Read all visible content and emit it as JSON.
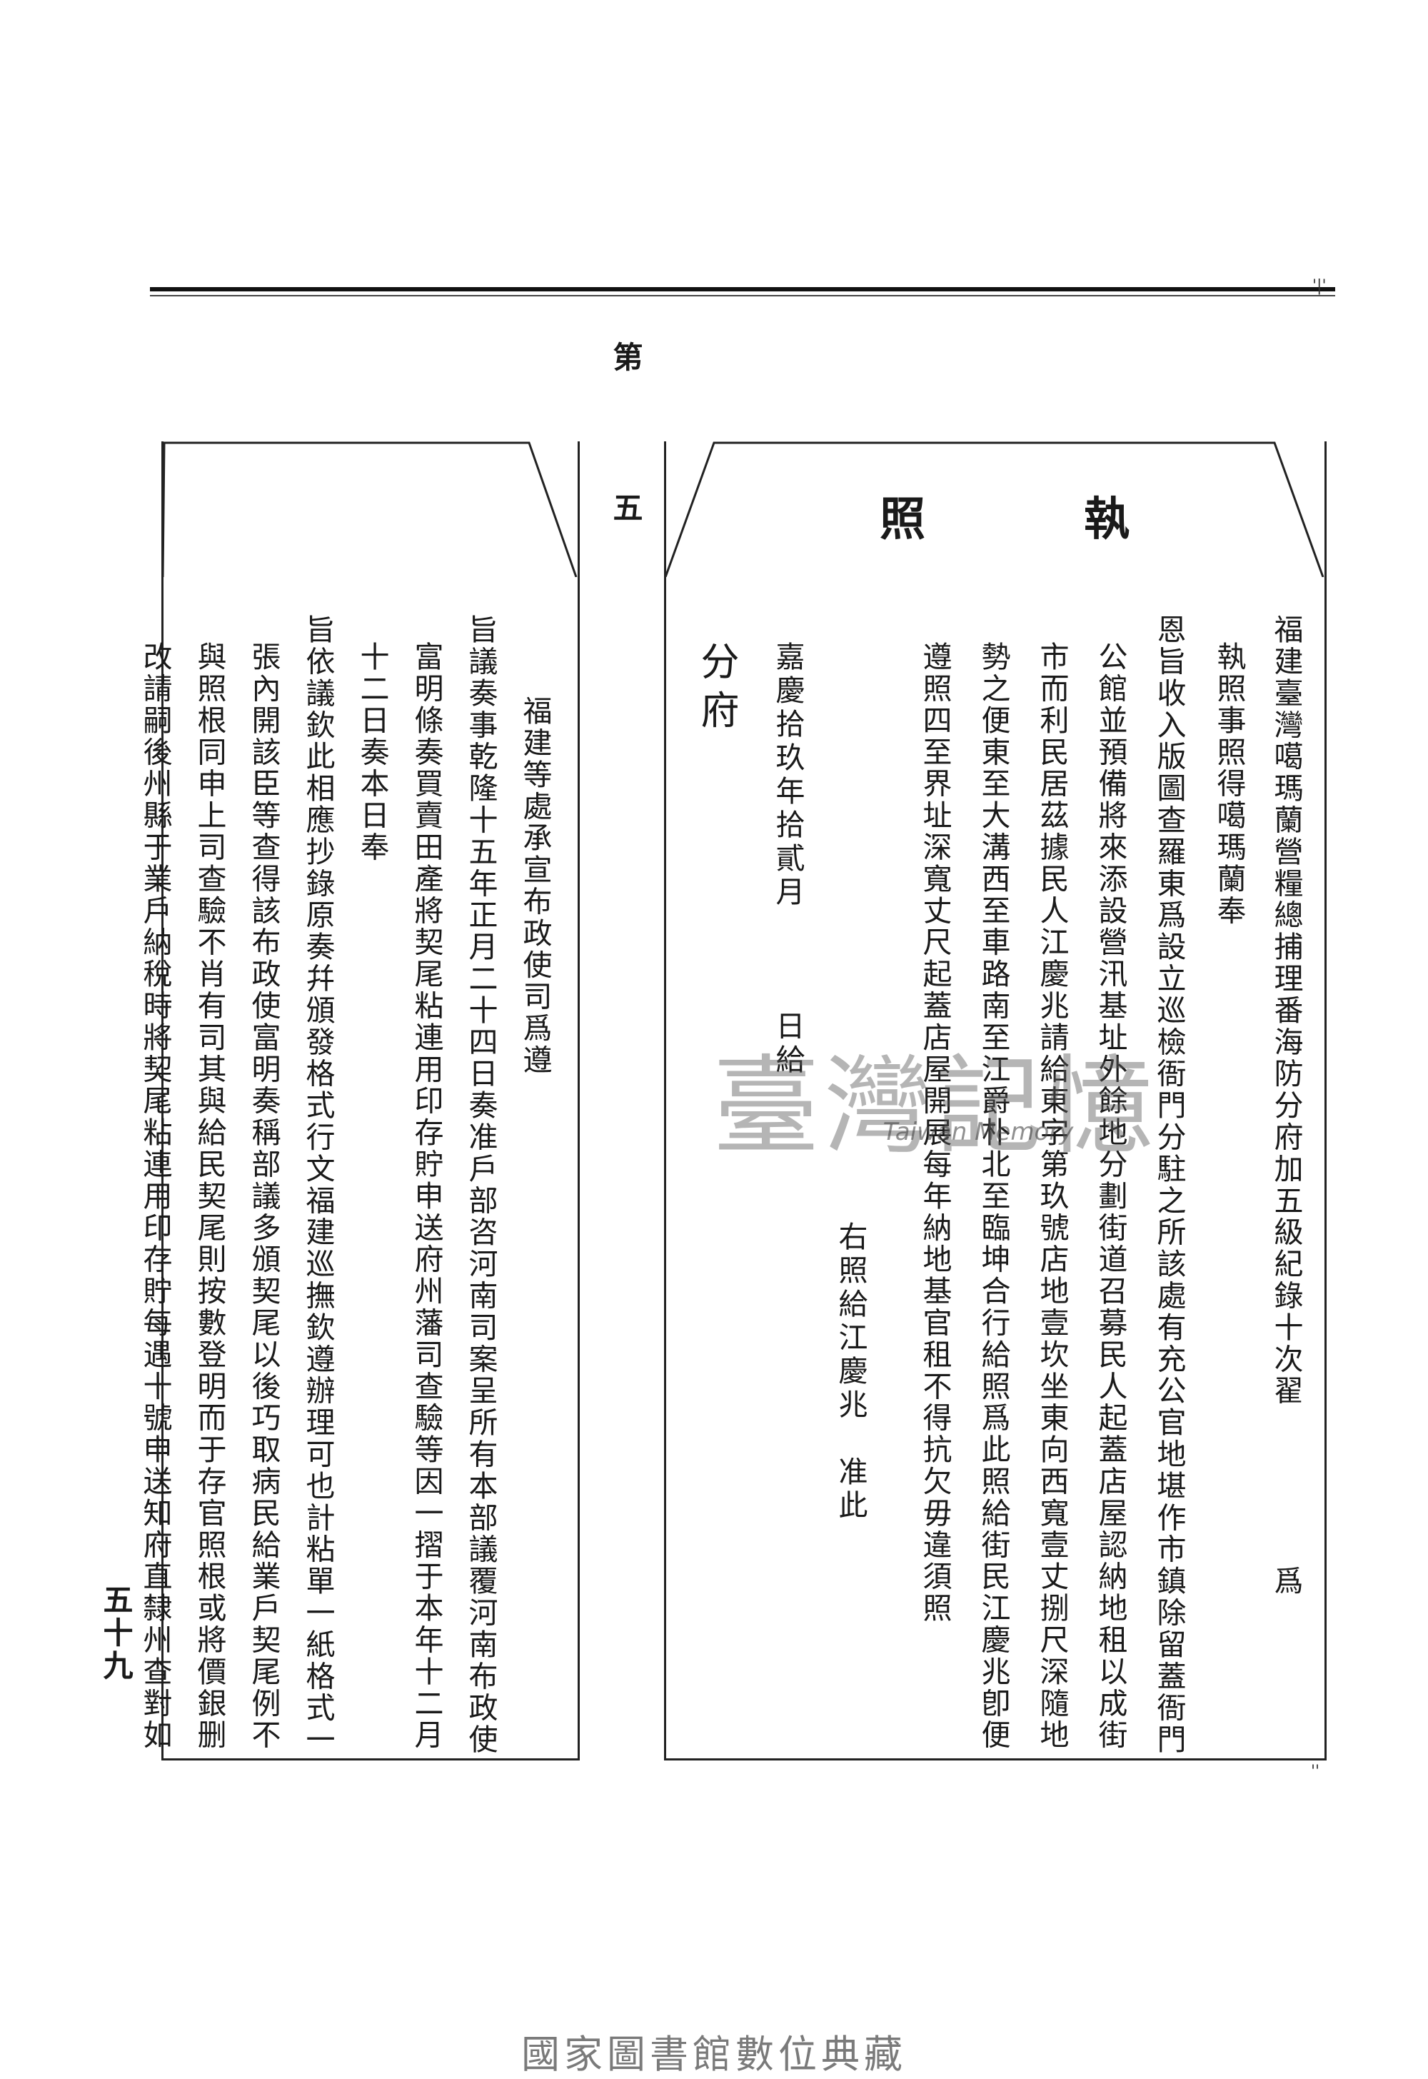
{
  "chapter_label": "第 五",
  "right_document": {
    "title_1": "執",
    "title_2": "照",
    "lines": [
      "福建臺灣噶瑪蘭營糧總捕理番海防分府加五級紀錄十次翟　　　　　爲",
      "執照事照得噶瑪蘭奉",
      "恩旨收入版圖查羅東爲設立巡檢衙門分駐之所該處有充公官地堪作市鎮除留蓋衙門",
      "公館並預備將來添設營汛基址外餘地分劃街道召募民人起蓋店屋認納地租以成街",
      "市而利民居茲據民人江慶兆請給東字第玖號店地壹坎坐東向西寬壹丈捌尺深隨地",
      "勢之便東至大溝西至車路南至江爵朴北至臨坤合行給照爲此照給街民江慶兆卽便",
      "遵照四至界址深寬丈尺起蓋店屋開展每年納地基官租不得抗欠毋違須照"
    ],
    "recipient": "右照給江慶兆　准此",
    "date": "嘉慶拾玖年拾貳月　　　日給",
    "issuer": "分府"
  },
  "left_document": {
    "lines": [
      "福建等處承宣布政使司爲遵",
      "旨議奏事乾隆十五年正月二十四日奏准戶部咨河南司案呈所有本部議覆河南布政使",
      "富明條奏買賣田產將契尾粘連用印存貯申送府州藩司查驗等因一摺于本年十二月",
      "十二日奏本日奉",
      "旨依議欽此相應抄錄原奏幷頒發格式行文福建巡撫欽遵辦理可也計粘單一紙格式一",
      "張內開該臣等查得該布政使富明奏稱部議多頒契尾以後巧取病民給業戶契尾例不",
      "與照根同申上司查驗不肖有司其與給民契尾則按數登明而于存官照根或將價銀删",
      "改請嗣後州縣于業戶納稅時將契尾粘連用印存貯每遇十號申送知府直隸州查對如"
    ]
  },
  "page_number": "五十九",
  "watermark": {
    "main": "臺灣記憶",
    "sub": "Taiwan Memory"
  },
  "footer": "國家圖書館數位典藏"
}
